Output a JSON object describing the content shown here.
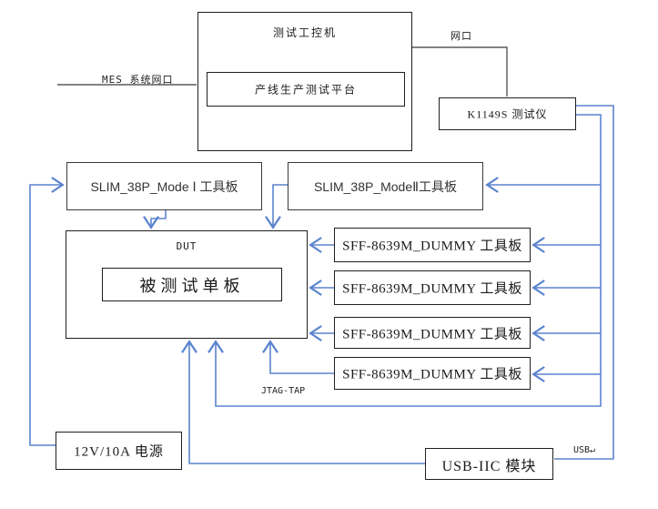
{
  "nodes": {
    "ipc_title": "测试工控机",
    "platform_label": "产线生产测试平台",
    "k1149s_label": "K1149S 测试仪",
    "slim1_label": "SLIM_38P_Mode Ⅰ 工具板",
    "slim2_label": "SLIM_38P_ModeⅡ工具板",
    "dut_title": "DUT",
    "dut_inner_label": "被测试单板",
    "sff_boards": [
      "SFF-8639M_DUMMY 工具板",
      "SFF-8639M_DUMMY 工具板",
      "SFF-8639M_DUMMY 工具板",
      "SFF-8639M_DUMMY 工具板"
    ],
    "power_label": "12V/10A 电源",
    "usb_iic_label": "USB-IIC 模块"
  },
  "edge_labels": {
    "mes_port": "MES 系统网口",
    "net_port": "网口",
    "jtag": "JTAG-TAP",
    "usb": "USB↵"
  },
  "colors": {
    "wire_blue": "#5b84ce",
    "wire_dark": "#595959",
    "box_border": "#1f1f1f"
  }
}
